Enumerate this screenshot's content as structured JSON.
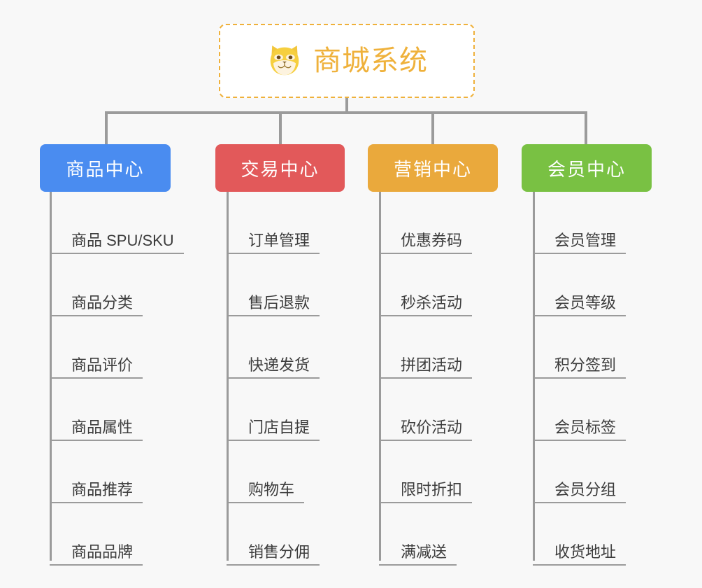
{
  "background_color": "#f8f8f8",
  "root": {
    "title": "商城系统",
    "icon": "shiba-dog-face-emoji",
    "border_color": "#efb13b",
    "text_color": "#efb13b",
    "fill_color": "#ffffff"
  },
  "connector_color": "#9b9b9b",
  "columns": [
    {
      "id": "product-center",
      "label": "商品中心",
      "color": "#4a8cf0",
      "items": [
        "商品 SPU/SKU",
        "商品分类",
        "商品评价",
        "商品属性",
        "商品推荐",
        "商品品牌"
      ]
    },
    {
      "id": "trade-center",
      "label": "交易中心",
      "color": "#e2595a",
      "items": [
        "订单管理",
        "售后退款",
        "快递发货",
        "门店自提",
        "购物车",
        "销售分佣"
      ]
    },
    {
      "id": "marketing-center",
      "label": "营销中心",
      "color": "#eaa93c",
      "items": [
        "优惠券码",
        "秒杀活动",
        "拼团活动",
        "砍价活动",
        "限时折扣",
        "满减送"
      ]
    },
    {
      "id": "member-center",
      "label": "会员中心",
      "color": "#79c143",
      "items": [
        "会员管理",
        "会员等级",
        "积分签到",
        "会员标签",
        "会员分组",
        "收货地址"
      ]
    }
  ]
}
